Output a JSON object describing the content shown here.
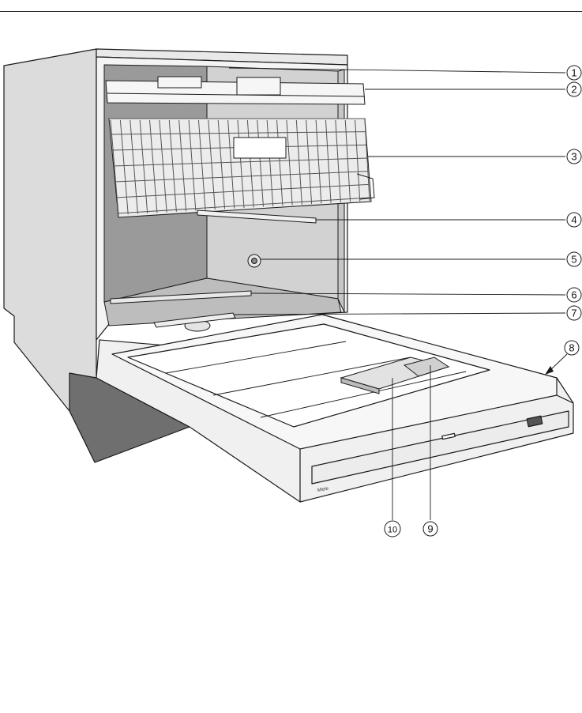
{
  "diagram": {
    "callouts": [
      {
        "number": "1"
      },
      {
        "number": "2"
      },
      {
        "number": "3"
      },
      {
        "number": "4"
      },
      {
        "number": "5"
      },
      {
        "number": "6"
      },
      {
        "number": "7"
      },
      {
        "number": "8"
      },
      {
        "number": "10"
      },
      {
        "number": "9"
      }
    ],
    "brand_marking": "Miele",
    "colors": {
      "outline": "#1a1a1a",
      "cabinet_side": "#dcdcdc",
      "tub_back": "#d2d2d2",
      "tub_left": "#9a9a9a",
      "base_dark": "#6f6f6f",
      "door_inner": "#f2f2f2",
      "basket_wire": "#555555"
    }
  }
}
